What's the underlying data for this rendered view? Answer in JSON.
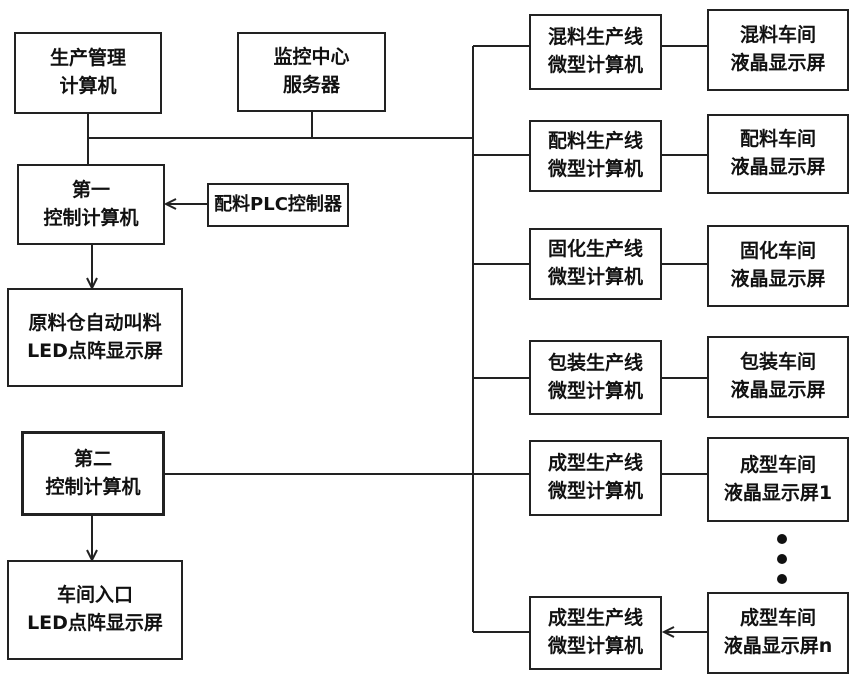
{
  "nodes": {
    "production_mgmt": [
      "生产管理",
      "计算机"
    ],
    "monitor_center": [
      "监控中心",
      "服务器"
    ],
    "control_1": [
      "第一",
      "控制计算机"
    ],
    "plc": [
      "配料PLC控制器"
    ],
    "raw_led": [
      "原料仓自动叫料",
      "LED点阵显示屏"
    ],
    "control_2": [
      "第二",
      "控制计算机"
    ],
    "entrance_led": [
      "车间入口",
      "LED点阵显示屏"
    ],
    "mixing_line": [
      "混料生产线",
      "微型计算机"
    ],
    "mixing_lcd": [
      "混料车间",
      "液晶显示屏"
    ],
    "batching_line": [
      "配料生产线",
      "微型计算机"
    ],
    "batching_lcd": [
      "配料车间",
      "液晶显示屏"
    ],
    "curing_line": [
      "固化生产线",
      "微型计算机"
    ],
    "curing_lcd": [
      "固化车间",
      "液晶显示屏"
    ],
    "packing_line": [
      "包装生产线",
      "微型计算机"
    ],
    "packing_lcd": [
      "包装车间",
      "液晶显示屏"
    ],
    "forming_line_1": [
      "成型生产线",
      "微型计算机"
    ],
    "forming_lcd_1": [
      "成型车间",
      "液晶显示屏1"
    ],
    "forming_line_n": [
      "成型生产线",
      "微型计算机"
    ],
    "forming_lcd_n": [
      "成型车间",
      "液晶显示屏n"
    ]
  }
}
